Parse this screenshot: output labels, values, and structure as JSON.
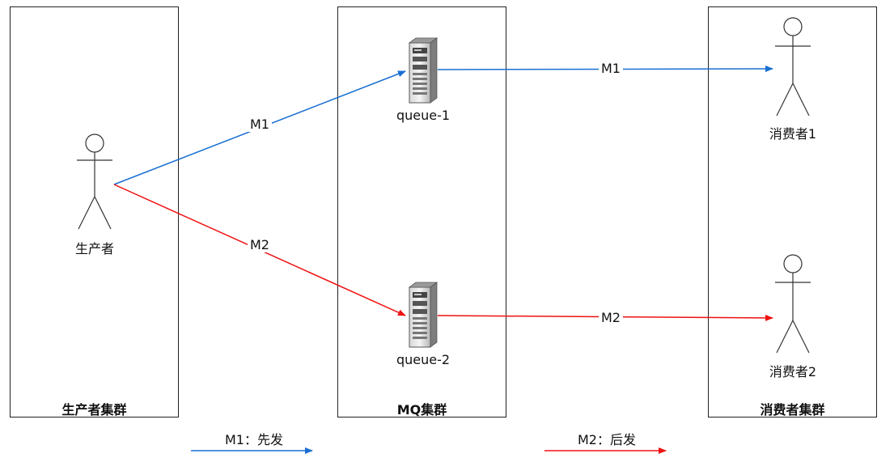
{
  "groups": {
    "producer": "生产者集群",
    "mq": "MQ集群",
    "consumer": "消费者集群"
  },
  "actors": {
    "producer": "生产者",
    "consumer1": "消费者1",
    "consumer2": "消费者2"
  },
  "queues": {
    "q1": "queue-1",
    "q2": "queue-2"
  },
  "messages": {
    "m1": "M1",
    "m2": "M2"
  },
  "legend": {
    "m1": "M1：先发",
    "m2": "M2：后发"
  },
  "colors": {
    "m1": "#1a6fd1",
    "m2": "#ee1111"
  },
  "icons": [
    "actor-icon",
    "server-icon"
  ]
}
